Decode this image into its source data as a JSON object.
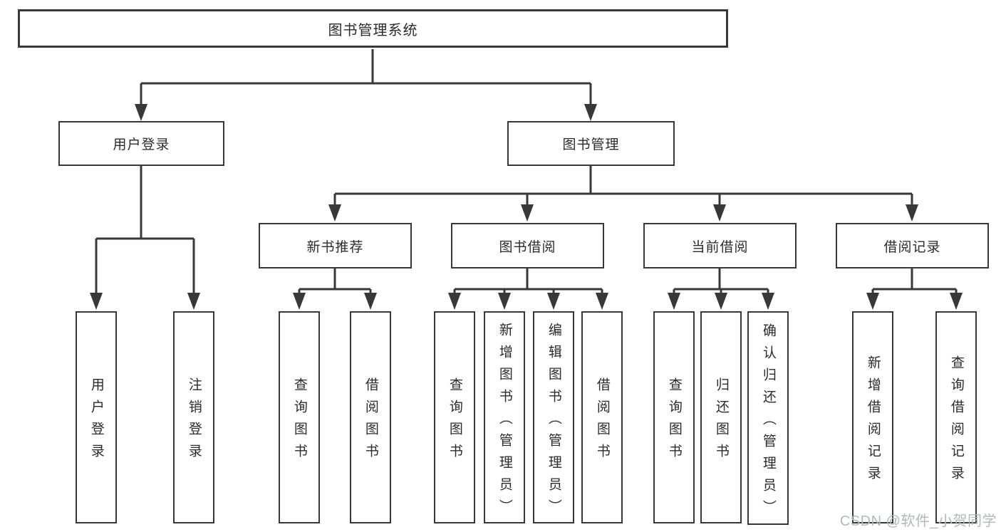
{
  "diagram": {
    "root": "图书管理系统",
    "level2": [
      "用户登录",
      "图书管理"
    ],
    "level3": [
      "新书推荐",
      "图书借阅",
      "当前借阅",
      "借阅记录"
    ],
    "leaves": {
      "user_login": [
        "用户登录",
        "注销登录"
      ],
      "new_book_recommend": [
        "查询图书",
        "借阅图书"
      ],
      "book_borrow": [
        "查询图书",
        "新增图书（管理员）",
        "编辑图书（管理员）",
        "借阅图书"
      ],
      "current_borrow": [
        "查询图书",
        "归还图书",
        "确认归还（管理员）"
      ],
      "borrow_record": [
        "新增借阅记录",
        "查询借阅记录"
      ]
    }
  },
  "watermark": "CSDN @软件_小贺同学",
  "colors": {
    "line": "#383838",
    "text": "#2b2b2b",
    "watermark": "#b3b8bd",
    "background": "#ffffff"
  }
}
